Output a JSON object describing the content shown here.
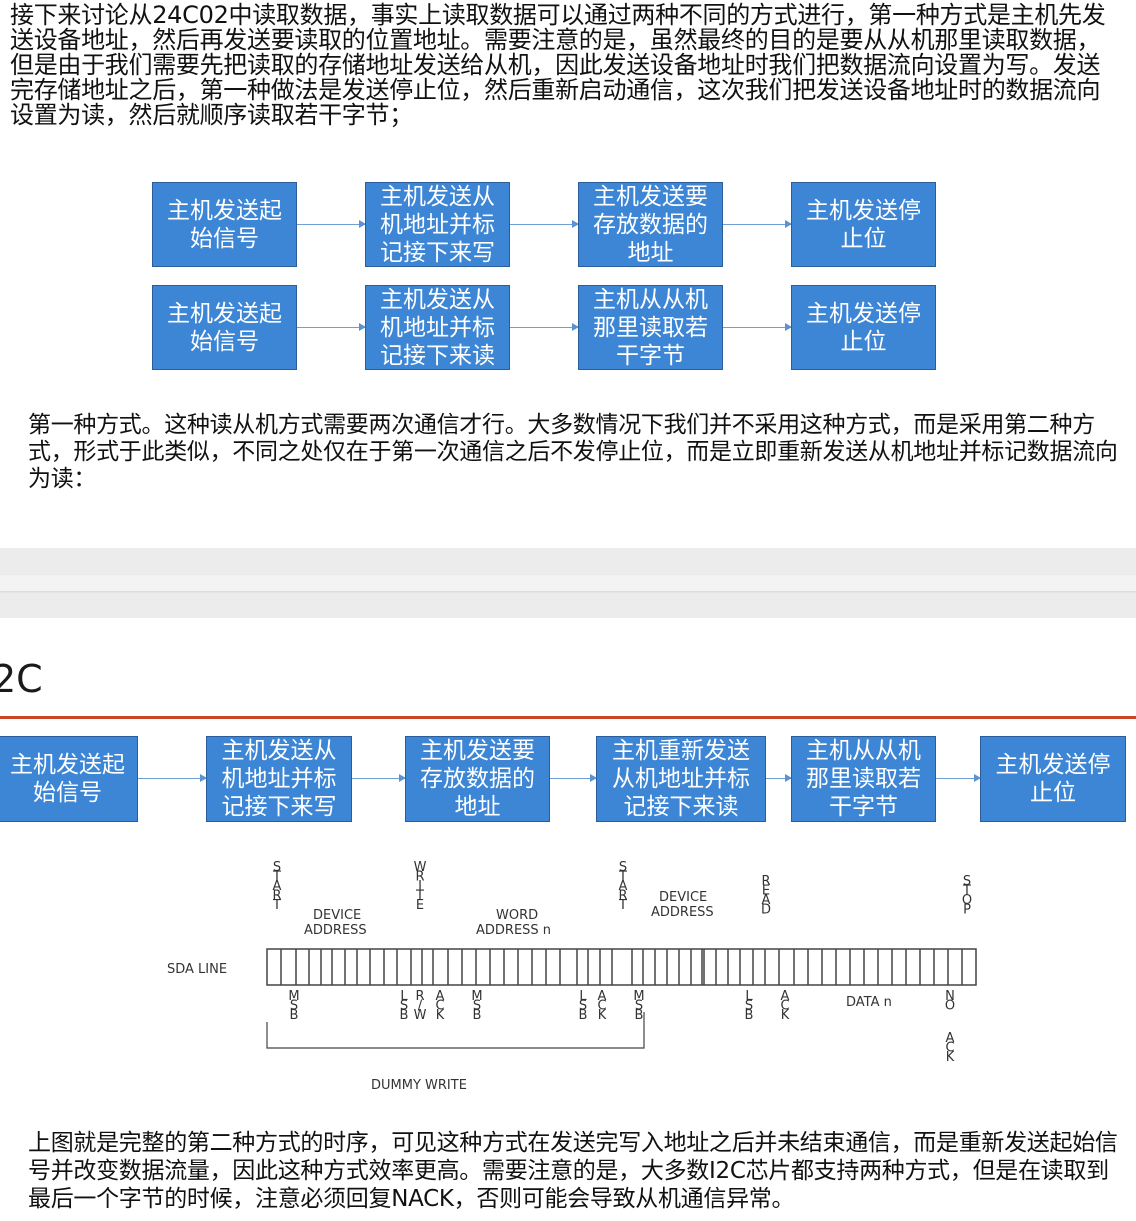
{
  "intro_text": "接下来讨论从24C02中读取数据，事实上读取数据可以通过两种不同的方式进行，第一种方式是主机先发送设备地址，然后再发送要读取的位置地址。需要注意的是，虽然最终的目的是要从从机那里读取数据，但是由于我们需要先把读取的存储地址发送给从机，因此发送设备地址时我们把数据流向设置为写。发送完存储地址之后，第一种做法是发送停止位，然后重新启动通信，这次我们把发送设备地址时的数据流向设置为读，然后就顺序读取若干字节；",
  "flow_write": [
    "主机发送起始信号",
    "主机发送从机地址并标记接下来写",
    "主机发送要存放数据的地址",
    "主机发送停止位"
  ],
  "flow_read": [
    "主机发送起始信号",
    "主机发送从机地址并标记接下来读",
    "主机从从机那里读取若干字节",
    "主机发送停止位"
  ],
  "method1_text": "第一种方式。这种读从机方式需要两次通信才行。大多数情况下我们并不采用这种方式，而是采用第二种方式，形式于此类似，不同之处仅在于第一次通信之后不发停止位，而是立即重新发送从机地址并标记数据流向为读：",
  "section_heading": "2C",
  "flow_combined": [
    "主机发送起始信号",
    "主机发送从机地址并标记接下来写",
    "主机发送要存放数据的地址",
    "主机重新发送从机地址并标记接下来读",
    "主机从从机那里读取若干字节",
    "主机发送停止位"
  ],
  "timing": {
    "sda_line": "SDA LINE",
    "start": "START",
    "write": "WRITE",
    "read": "READ",
    "stop": "STOP",
    "device_address_1": "DEVICE",
    "device_address_2": "ADDRESS",
    "word_address_1": "WORD",
    "word_address_2": "ADDRESS n",
    "msb": "MSB",
    "lsb": "LSB",
    "rw": "R/W",
    "ack": "ACK",
    "no_ack_1": "NO",
    "no_ack_2": "ACK",
    "data_n": "DATA n",
    "dummy_write": "DUMMY WRITE"
  },
  "conclusion_text": "上图就是完整的第二种方式的时序，可见这种方式在发送完写入地址之后并未结束通信，而是重新发送起始信号并改变数据流量，因此这种方式效率更高。需要注意的是，大多数I2C芯片都支持两种方式，但是在读取到最后一个字节的时候，注意必须回复NACK，否则可能会导致从机通信异常。"
}
